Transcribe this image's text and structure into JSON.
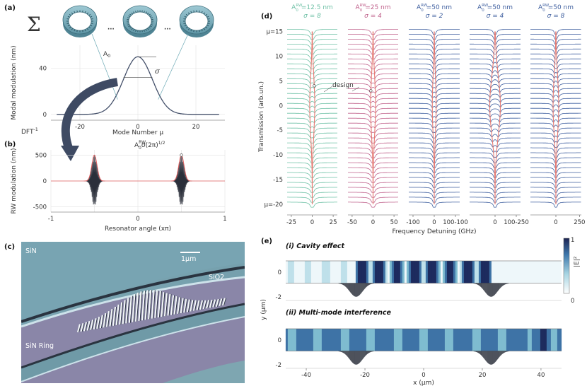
{
  "panels": {
    "a": "(a)",
    "b": "(b)",
    "c": "(c)",
    "d": "(d)",
    "e": "(e)"
  },
  "panel_a": {
    "sum_symbol": "Σ",
    "dots": "···",
    "amplitude_label": "A",
    "amplitude_sub": "0",
    "sigma_label": "σ"
  },
  "panel_b": {
    "transform_label": "DFT",
    "transform_sup": "-1",
    "annotation": "A",
    "annotation_sub": "0",
    "annotation_sup": "RW",
    "annotation_rest": "σ(2π)",
    "annotation_exp": "1/2"
  },
  "panel_c": {
    "label_sin": "SiN",
    "label_sio2": "SiO2",
    "label_ring": "SiN Ring",
    "scale_bar": "1μm"
  },
  "panel_d": {
    "column_titles": [
      {
        "amp": "A",
        "sub": "0",
        "sup": "RW",
        "val": "=12.5 nm",
        "sigma": "σ = 8",
        "color": "#6fc1a6"
      },
      {
        "amp": "A",
        "sub": "0",
        "sup": "RW",
        "val": "=25 nm",
        "sigma": "σ = 4",
        "color": "#c0628c"
      },
      {
        "amp": "A",
        "sub": "0",
        "sup": "RW",
        "val": "=50 nm",
        "sigma": "σ = 2",
        "color": "#3f5f9f"
      },
      {
        "amp": "A",
        "sub": "0",
        "sup": "RW",
        "val": "=50 nm",
        "sigma": "σ = 4",
        "color": "#3f5f9f"
      },
      {
        "amp": "A",
        "sub": "0",
        "sup": "RW",
        "val": "=50 nm",
        "sigma": "σ = 8",
        "color": "#3f5f9f"
      }
    ],
    "design_label": "design",
    "mu_top": "μ=15",
    "mu_bottom": "μ=-20"
  },
  "panel_e": {
    "sub_i": "(i) Cavity effect",
    "sub_ii": "(ii) Multi-mode interference",
    "colorbar_top": "1",
    "colorbar_bottom": "0",
    "colorbar_label": "|E|²"
  },
  "chart_data": [
    {
      "type": "line",
      "title": "",
      "xlabel": "Mode Number μ",
      "ylabel": "Modal modulation (nm)",
      "xlim": [
        -30,
        30
      ],
      "ylim": [
        -5,
        60
      ],
      "xticks": [
        -20,
        0,
        20
      ],
      "yticks": [
        0,
        40
      ],
      "grid": true,
      "series": [
        {
          "curve": "gaussian",
          "amplitude": 50,
          "sigma": 5,
          "center": 0
        }
      ]
    },
    {
      "type": "line",
      "title": "",
      "xlabel": "Resonator angle (xπ)",
      "ylabel": "RW modulation (nm)",
      "xlim": [
        -1,
        1
      ],
      "ylim": [
        -600,
        600
      ],
      "xticks": [
        -1,
        -0.5,
        0,
        0.5,
        1
      ],
      "xtick_labels": [
        "-1",
        "",
        "0",
        "",
        "1"
      ],
      "yticks": [
        -500,
        0,
        500
      ],
      "grid": true,
      "packet_centers": [
        -0.5,
        0.5
      ],
      "packet_amplitude": 500,
      "packet_width": 0.03
    },
    {
      "type": "line",
      "title": "",
      "ylabel": "Transmission (arb.un.)",
      "xlabel": "Frequency Detuning (GHz)",
      "yticks": [
        -20,
        -15,
        -10,
        -5,
        0,
        5,
        10,
        15
      ],
      "ytick_labels": [
        "μ=-20",
        "-15",
        "-10",
        "-5",
        "0",
        "5",
        "10",
        "μ=15"
      ],
      "ylim": [
        -21,
        16.5
      ],
      "mu_range": [
        -20,
        15
      ],
      "columns": [
        {
          "xlim": [
            -30,
            30
          ],
          "xticks": [
            -25,
            0,
            25
          ],
          "xtick_labels": [
            "-25",
            "0",
            "25"
          ],
          "split_scale": 6,
          "dip_width": 2.2
        },
        {
          "xlim": [
            -60,
            60
          ],
          "xticks": [
            -50,
            0,
            50
          ],
          "xtick_labels": [
            "-50",
            "0",
            "50"
          ],
          "split_scale": 12,
          "dip_width": 4.5
        },
        {
          "xlim": [
            -120,
            120
          ],
          "xticks": [
            -100,
            0,
            100
          ],
          "xtick_labels": [
            "-100",
            "0",
            "100-100"
          ],
          "split_scale": 18,
          "dip_width": 7
        },
        {
          "xlim": [
            -120,
            120
          ],
          "xticks": [
            0,
            100
          ],
          "xtick_labels": [
            "0",
            "100-250"
          ],
          "split_scale": 50,
          "dip_width": 7
        },
        {
          "xlim": [
            -270,
            270
          ],
          "xticks": [
            0,
            250
          ],
          "xtick_labels": [
            "0",
            "250"
          ],
          "split_scale": 60,
          "dip_width": 14
        }
      ]
    },
    {
      "type": "heatmap",
      "title": "",
      "xlabel": "x (μm)",
      "ylabel": "y (μm)",
      "xlim": [
        -47,
        47
      ],
      "xticks": [
        -40,
        -20,
        0,
        20,
        40
      ],
      "rows": [
        {
          "name": "(i) Cavity effect",
          "ylim": [
            -2.3,
            1.7
          ],
          "yticks": [
            -2,
            0
          ]
        },
        {
          "name": "(ii) Multi-mode interference",
          "ylim": [
            -2.3,
            1.7
          ],
          "yticks": [
            -2,
            0
          ]
        }
      ],
      "packet_centers": [
        -23,
        23
      ],
      "colorbar_range": [
        0,
        1
      ]
    }
  ]
}
